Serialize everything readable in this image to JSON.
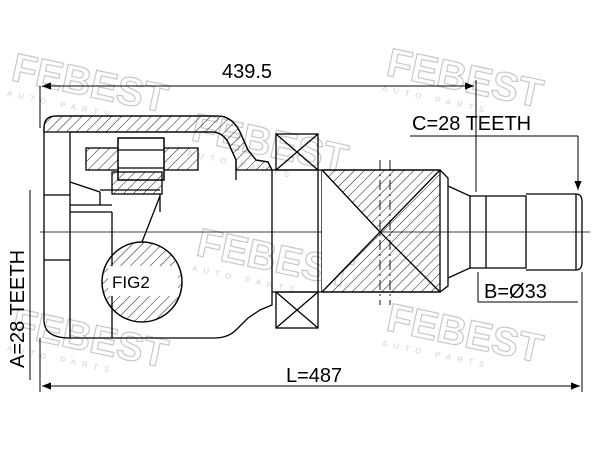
{
  "dimensions": {
    "overall_length": "L=487",
    "partial_length": "439.5",
    "outer_teeth": "A=28 TEETH",
    "shaft_diameter": "B=Ø33",
    "inner_teeth": "C=28 TEETH"
  },
  "callouts": {
    "figure_ref": "FIG2"
  },
  "watermark": {
    "brand": "FEBEST",
    "tagline": "AUTO PARTS"
  },
  "colors": {
    "line": "#000000",
    "watermark": "#c9c9c9",
    "background": "#ffffff"
  }
}
